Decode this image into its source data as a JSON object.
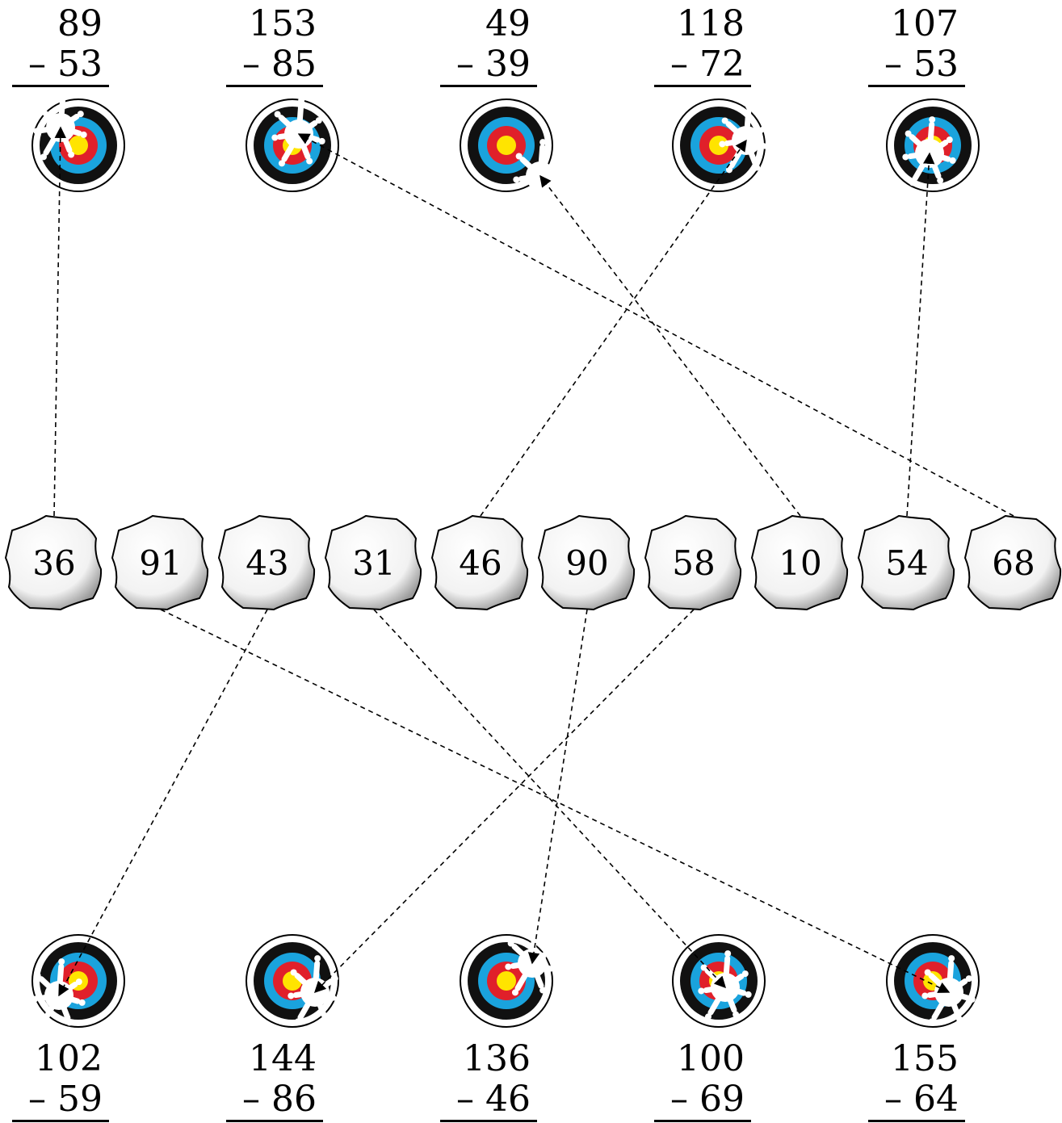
{
  "colors": {
    "ring_outer": "#111111",
    "ring_blue": "#1aa3dd",
    "ring_red": "#e0202a",
    "ring_yellow": "#ffe400",
    "splat": "#ffffff",
    "stone_fill": "#ffffff",
    "stone_shadow": "#7a7a7a",
    "link": "#000000"
  },
  "top_problems": [
    {
      "minuend": "89",
      "subtrahend": "– 53"
    },
    {
      "minuend": "153",
      "subtrahend": "– 85"
    },
    {
      "minuend": "49",
      "subtrahend": "– 39"
    },
    {
      "minuend": "118",
      "subtrahend": "– 72"
    },
    {
      "minuend": "107",
      "subtrahend": "– 53"
    }
  ],
  "answers": [
    "36",
    "91",
    "43",
    "31",
    "46",
    "90",
    "58",
    "10",
    "54",
    "68"
  ],
  "bottom_problems": [
    {
      "minuend": "102",
      "subtrahend": "– 59"
    },
    {
      "minuend": "144",
      "subtrahend": "– 86"
    },
    {
      "minuend": "136",
      "subtrahend": "– 46"
    },
    {
      "minuend": "100",
      "subtrahend": "– 69"
    },
    {
      "minuend": "155",
      "subtrahend": "– 64"
    }
  ],
  "links": [
    {
      "answer": "36",
      "target": "top-1"
    },
    {
      "answer": "68",
      "target": "top-2"
    },
    {
      "answer": "10",
      "target": "top-3"
    },
    {
      "answer": "46",
      "target": "top-4"
    },
    {
      "answer": "54",
      "target": "top-5"
    },
    {
      "answer": "43",
      "target": "bottom-1"
    },
    {
      "answer": "58",
      "target": "bottom-2"
    },
    {
      "answer": "90",
      "target": "bottom-3"
    },
    {
      "answer": "31",
      "target": "bottom-4"
    },
    {
      "answer": "91",
      "target": "bottom-5"
    }
  ]
}
